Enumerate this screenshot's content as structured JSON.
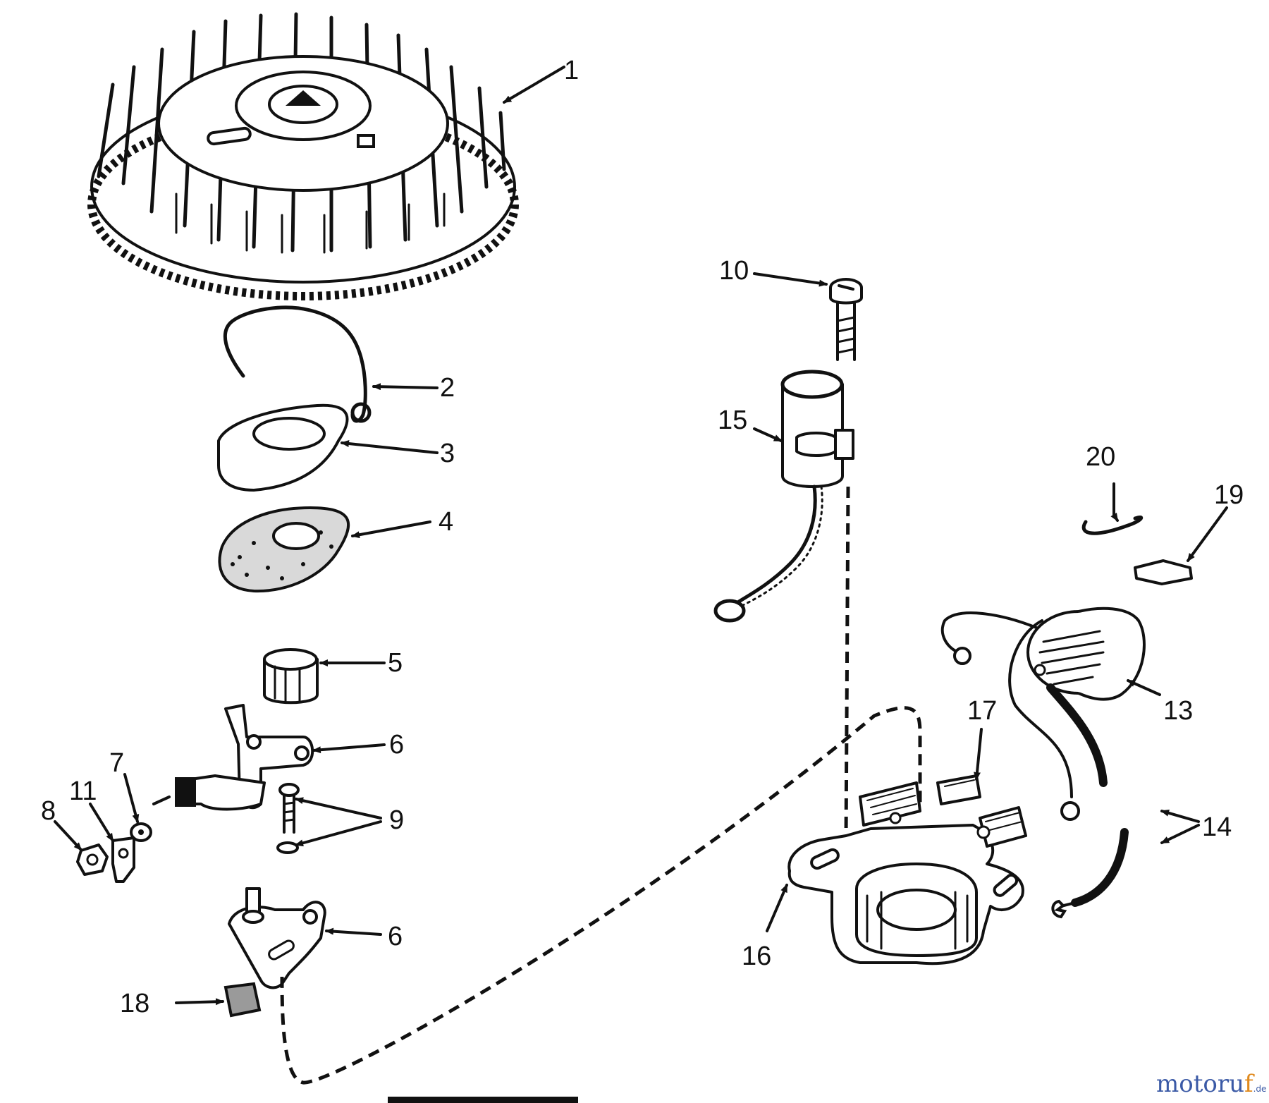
{
  "callouts": {
    "c1": "1",
    "c2": "2",
    "c3": "3",
    "c4": "4",
    "c5": "5",
    "c6a": "6",
    "c6b": "6",
    "c7": "7",
    "c8": "8",
    "c9": "9",
    "c10": "10",
    "c11": "11",
    "c13": "13",
    "c14": "14",
    "c15": "15",
    "c16": "16",
    "c17": "17",
    "c18": "18",
    "c19": "19",
    "c20": "20"
  },
  "watermark": {
    "main": "motoru",
    "accent": "f",
    "tld": ".de"
  },
  "colors": {
    "ink": "#111111",
    "watermark_blue": "#3b5aa6",
    "watermark_orange": "#e08a1e"
  }
}
